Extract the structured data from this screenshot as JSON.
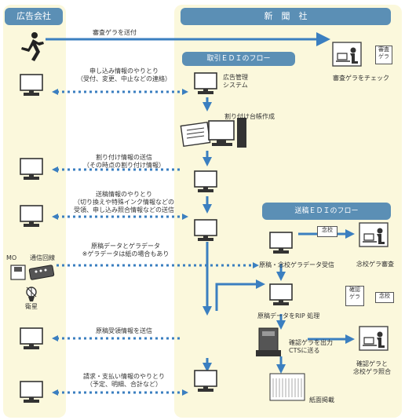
{
  "headers": {
    "ad_company": "広告会社",
    "newspaper": "新　聞　社",
    "transaction_edi": "取引ＥＤＩのフロー",
    "submission_edi": "送稿ＥＤＩのフロー"
  },
  "flows": {
    "proof_send": "審査ゲラを送付",
    "application_exchange_1": "申し込み情報のやりとり",
    "application_exchange_2": "（受付、変更、中止などの連絡）",
    "allocation_send_1": "割り付け情報の送信",
    "allocation_send_2": "（その時点の割り付け情報）",
    "submission_exchange_1": "送稿情報のやりとり",
    "submission_exchange_2": "（切り換えや特殊インク情報などの",
    "submission_exchange_3": "受領、申し込み照合情報などの送信",
    "manuscript_1": "原稿データとゲラデータ",
    "manuscript_2": "※ゲラデータは紙の場合もあり",
    "receipt_send": "原稿受領情報を送信",
    "billing_1": "請求・支払い情報のやりとり",
    "billing_2": "（予定、明細、合計など）"
  },
  "left_labels": {
    "mo": "MO",
    "line": "通信回線",
    "satellite": "衛星"
  },
  "nodes": {
    "check_proof": "審査ゲラをチェック",
    "proof_card_1": "審査",
    "proof_card_2": "ゲラ",
    "ad_mgmt_1": "広告管理",
    "ad_mgmt_2": "システム",
    "ledger": "割り付け台帳作成",
    "proofread_card": "念校",
    "proofread_review": "念校ゲラ審査",
    "data_receive": "原稿・念校ゲラデータ受信",
    "confirm_card_1": "確認",
    "confirm_card_2": "ゲラ",
    "confirm_card_3": "念校",
    "rip": "原稿データをRIP 処理",
    "output_1": "確認ゲラを出力",
    "output_2": "CTSに送る",
    "collate_1": "確認ゲラと",
    "collate_2": "念校ゲラ照合",
    "print": "紙面掲載"
  },
  "colors": {
    "panel_bg": "#fbf8dc",
    "header_bg": "#5b8fb5",
    "arrow": "#3b7fc0"
  }
}
